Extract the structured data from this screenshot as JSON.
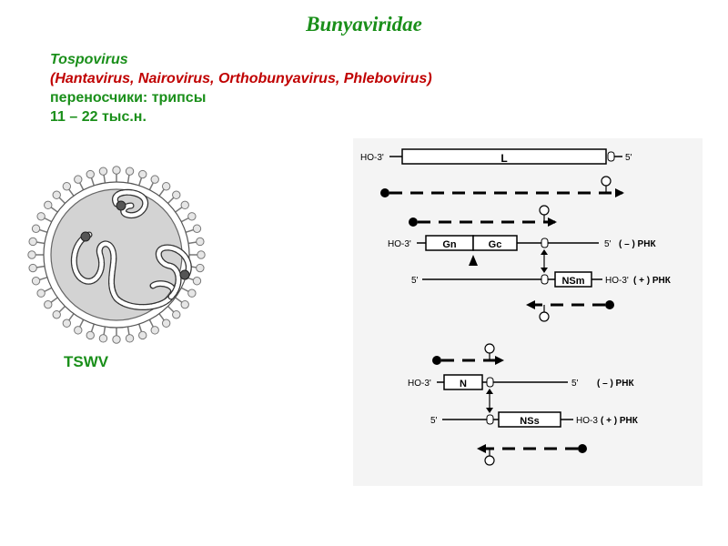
{
  "title": "Bunyaviridae",
  "info": {
    "genus": "Tospovirus",
    "other_genera": "(Hantavirus, Nairovirus, Orthobunyavirus, Phlebovirus)",
    "vectors": "переносчики: трипсы",
    "genome_size": "11 – 22 тыс.н."
  },
  "virion_label": "TSWV",
  "diagram": {
    "colors": {
      "accent_green": "#1a8f1a",
      "accent_red": "#c00000",
      "panel_bg": "#f4f4f4"
    },
    "L_segment": {
      "left_end": "HO-3'",
      "gene": "L",
      "right_end": "5'"
    },
    "M_segment": {
      "top_left_end": "HO-3'",
      "gene1": "Gn",
      "gene2": "Gc",
      "top_right_end": "5'",
      "top_polarity": "( – ) РНК",
      "bottom_left_end": "5'",
      "bottom_gene": "NSm",
      "bottom_right_end": "HO-3'",
      "bottom_polarity": "( + ) РНК"
    },
    "S_segment": {
      "top_left_end": "HO-3'",
      "gene": "N",
      "top_right_end": "5'",
      "top_polarity": "( – ) РНК",
      "bottom_left_end": "5'",
      "bottom_gene": "NSs",
      "bottom_right_end": "HO-3",
      "bottom_polarity": "( + ) РНК"
    }
  }
}
